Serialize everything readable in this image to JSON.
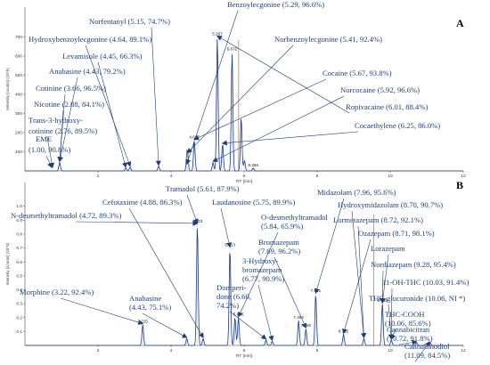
{
  "chart_data": [
    {
      "type": "line",
      "panel": "A",
      "xlabel": "RT [min]",
      "ylabel": "Intensity [counts] (10^6)",
      "xlim": [
        0,
        12
      ],
      "ylim": [
        0,
        800
      ],
      "xticks": [
        "2",
        "4",
        "6",
        "8",
        "10",
        "12"
      ],
      "yticks": [
        "100",
        "200",
        "300",
        "400",
        "500",
        "600",
        "700"
      ],
      "peaks": [
        {
          "rt": 0.95,
          "height": 45,
          "label": ""
        },
        {
          "rt": 2.76,
          "height": 15,
          "label": ""
        },
        {
          "rt": 2.88,
          "height": 20,
          "label": ""
        },
        {
          "rt": 3.66,
          "height": 25,
          "label": ""
        },
        {
          "rt": 4.43,
          "height": 32,
          "label": ""
        },
        {
          "rt": 4.45,
          "height": 90,
          "label": ""
        },
        {
          "rt": 4.637,
          "height": 160,
          "label": "4.637"
        },
        {
          "rt": 5.15,
          "height": 45,
          "label": ""
        },
        {
          "rt": 5.267,
          "height": 700,
          "label": "5.267"
        },
        {
          "rt": 5.41,
          "height": 140,
          "label": ""
        },
        {
          "rt": 5.67,
          "height": 620,
          "label": "5.672"
        },
        {
          "rt": 5.92,
          "height": 280,
          "label": ""
        },
        {
          "rt": 6.01,
          "height": 55,
          "label": ""
        },
        {
          "rt": 6.25,
          "height": 15,
          "label": "6.250"
        }
      ],
      "annotations": [
        {
          "text": "Benzoylecgonine (5.29, 96.6%)",
          "rt": 5.29
        },
        {
          "text": "Norfentanyl (5.15, 74.7%)",
          "rt": 5.15
        },
        {
          "text": "Hydroxybenzoylecgonine (4.64, 89.1%)",
          "rt": 4.64
        },
        {
          "text": "Norbenzoylecgonine (5.41, 92.4%)",
          "rt": 5.41
        },
        {
          "text": "Levamisole (4.45, 66.3%)",
          "rt": 4.45
        },
        {
          "text": "Anabasine (4.43, 79.2%)",
          "rt": 4.43
        },
        {
          "text": "Cocaine (5.67, 93.8%)",
          "rt": 5.67
        },
        {
          "text": "Cotinine (3.66, 96.5%)",
          "rt": 3.66
        },
        {
          "text": "Norcocaine (5.92, 96.6%)",
          "rt": 5.92
        },
        {
          "text": "Nicotine (2.88, 84.1%)",
          "rt": 2.88
        },
        {
          "text": "Ropivacaine (6.01, 88.4%)",
          "rt": 6.01
        },
        {
          "text": "Trans-3-hydroxy-",
          "rt": 2.76
        },
        {
          "text": "cotinine (2.76, 89.5%)",
          "rt": 2.76
        },
        {
          "text": "Cocaethylene (6.25, 86.0%)",
          "rt": 6.25
        },
        {
          "text": "EME",
          "rt": 1.0
        },
        {
          "text": "(1.00, 90.8%)",
          "rt": 1.0
        }
      ]
    },
    {
      "type": "line",
      "panel": "B",
      "xlabel": "RT [min]",
      "ylabel": "Intensity [counts] (10^6)",
      "xlim": [
        0,
        12
      ],
      "ylim": [
        0,
        1.1
      ],
      "xticks": [
        "2",
        "4",
        "6",
        "8",
        "10",
        "12"
      ],
      "yticks": [
        "0.1",
        "0.2",
        "0.3",
        "0.4",
        "0.5",
        "0.6",
        "0.7",
        "0.8",
        "0.9",
        "1.0"
      ],
      "peaks": [
        {
          "rt": 3.225,
          "height": 0.15,
          "label": "3.225"
        },
        {
          "rt": 4.43,
          "height": 0.05,
          "label": ""
        },
        {
          "rt": 4.72,
          "height": 0.87,
          "label": "4.723"
        },
        {
          "rt": 4.88,
          "height": 0.05,
          "label": ""
        },
        {
          "rt": 5.613,
          "height": 0.7,
          "label": "5.613"
        },
        {
          "rt": 5.75,
          "height": 0.2,
          "label": ""
        },
        {
          "rt": 5.845,
          "height": 0.2,
          "label": "5.845"
        },
        {
          "rt": 6.6,
          "height": 0.04,
          "label": ""
        },
        {
          "rt": 6.77,
          "height": 0.03,
          "label": ""
        },
        {
          "rt": 7.492,
          "height": 0.18,
          "label": "7.492"
        },
        {
          "rt": 7.692,
          "height": 0.12,
          "label": "7.692"
        },
        {
          "rt": 7.961,
          "height": 0.37,
          "label": "7.961"
        },
        {
          "rt": 8.722,
          "height": 0.08,
          "label": "8.722"
        },
        {
          "rt": 9.28,
          "height": 0.05,
          "label": ""
        },
        {
          "rt": 9.785,
          "height": 0.3,
          "label": "9.785"
        },
        {
          "rt": 10.03,
          "height": 0.04,
          "label": ""
        },
        {
          "rt": 10.72,
          "height": 0.02,
          "label": ""
        },
        {
          "rt": 11.09,
          "height": 0.02,
          "label": ""
        }
      ],
      "annotations": [
        {
          "text": "Tramadol (5.61, 87.9%)",
          "rt": 5.61
        },
        {
          "text": "Midazolam (7.96, 95.6%)",
          "rt": 7.96
        },
        {
          "text": "Cefotaxime (4.88, 86.3%)",
          "rt": 4.88
        },
        {
          "text": "Laudanosine (5.75, 89.9%)",
          "rt": 5.75
        },
        {
          "text": "Hydroxymidazolam (8.70, 90.7%)",
          "rt": 8.7
        },
        {
          "text": "N-desmethyltramadol (4.72, 89.3%)",
          "rt": 4.72
        },
        {
          "text": "O-desmethyltramadol",
          "rt": 5.84
        },
        {
          "text": "(5.84, 65.9%)",
          "rt": 5.84
        },
        {
          "text": "Lormetazepam (8.72, 92.1%)",
          "rt": 8.72
        },
        {
          "text": "Ozazepam (8.71, 98.1%)",
          "rt": 8.71
        },
        {
          "text": "Bromazepam",
          "rt": 7.69
        },
        {
          "text": "(7.69, 96.2%)",
          "rt": 7.69
        },
        {
          "text": "Lorazepam",
          "rt": 9.2
        },
        {
          "text": "3-Hydroxy-",
          "rt": 6.77
        },
        {
          "text": "bromazepam",
          "rt": 6.77
        },
        {
          "text": "(6.77, 90.9%)",
          "rt": 6.77
        },
        {
          "text": "Nordiazepam (9.28, 95.4%)",
          "rt": 9.28
        },
        {
          "text": "Domperi-",
          "rt": 6.6
        },
        {
          "text": "done (6.60,",
          "rt": 6.6
        },
        {
          "text": "74.2%)",
          "rt": 6.6
        },
        {
          "text": "11-OH-THC (10.03, 91.4%)",
          "rt": 10.03
        },
        {
          "text": "Morphine (3.22, 92.4%)",
          "rt": 3.22
        },
        {
          "text": "THC-glucuronide (10.06, NI *)",
          "rt": 10.06
        },
        {
          "text": "Anabasine",
          "rt": 4.43
        },
        {
          "text": "(4.43, 75.1%)",
          "rt": 4.43
        },
        {
          "text": "THC-COOH",
          "rt": 10.06
        },
        {
          "text": "(10.06, 85.6%)",
          "rt": 10.06
        },
        {
          "text": "Cannabicitran",
          "rt": 10.72
        },
        {
          "text": "(10.72, 91.8%)",
          "rt": 10.72
        },
        {
          "text": "Cannabinodiol",
          "rt": 11.09
        },
        {
          "text": "(11.09, 84.5%)",
          "rt": 11.09
        }
      ]
    }
  ],
  "colors": {
    "trace": "#1b3a8c",
    "annotation_text": "#1f3f78",
    "arrow": "#1f3f78",
    "marker_line": "#e05a4a"
  }
}
